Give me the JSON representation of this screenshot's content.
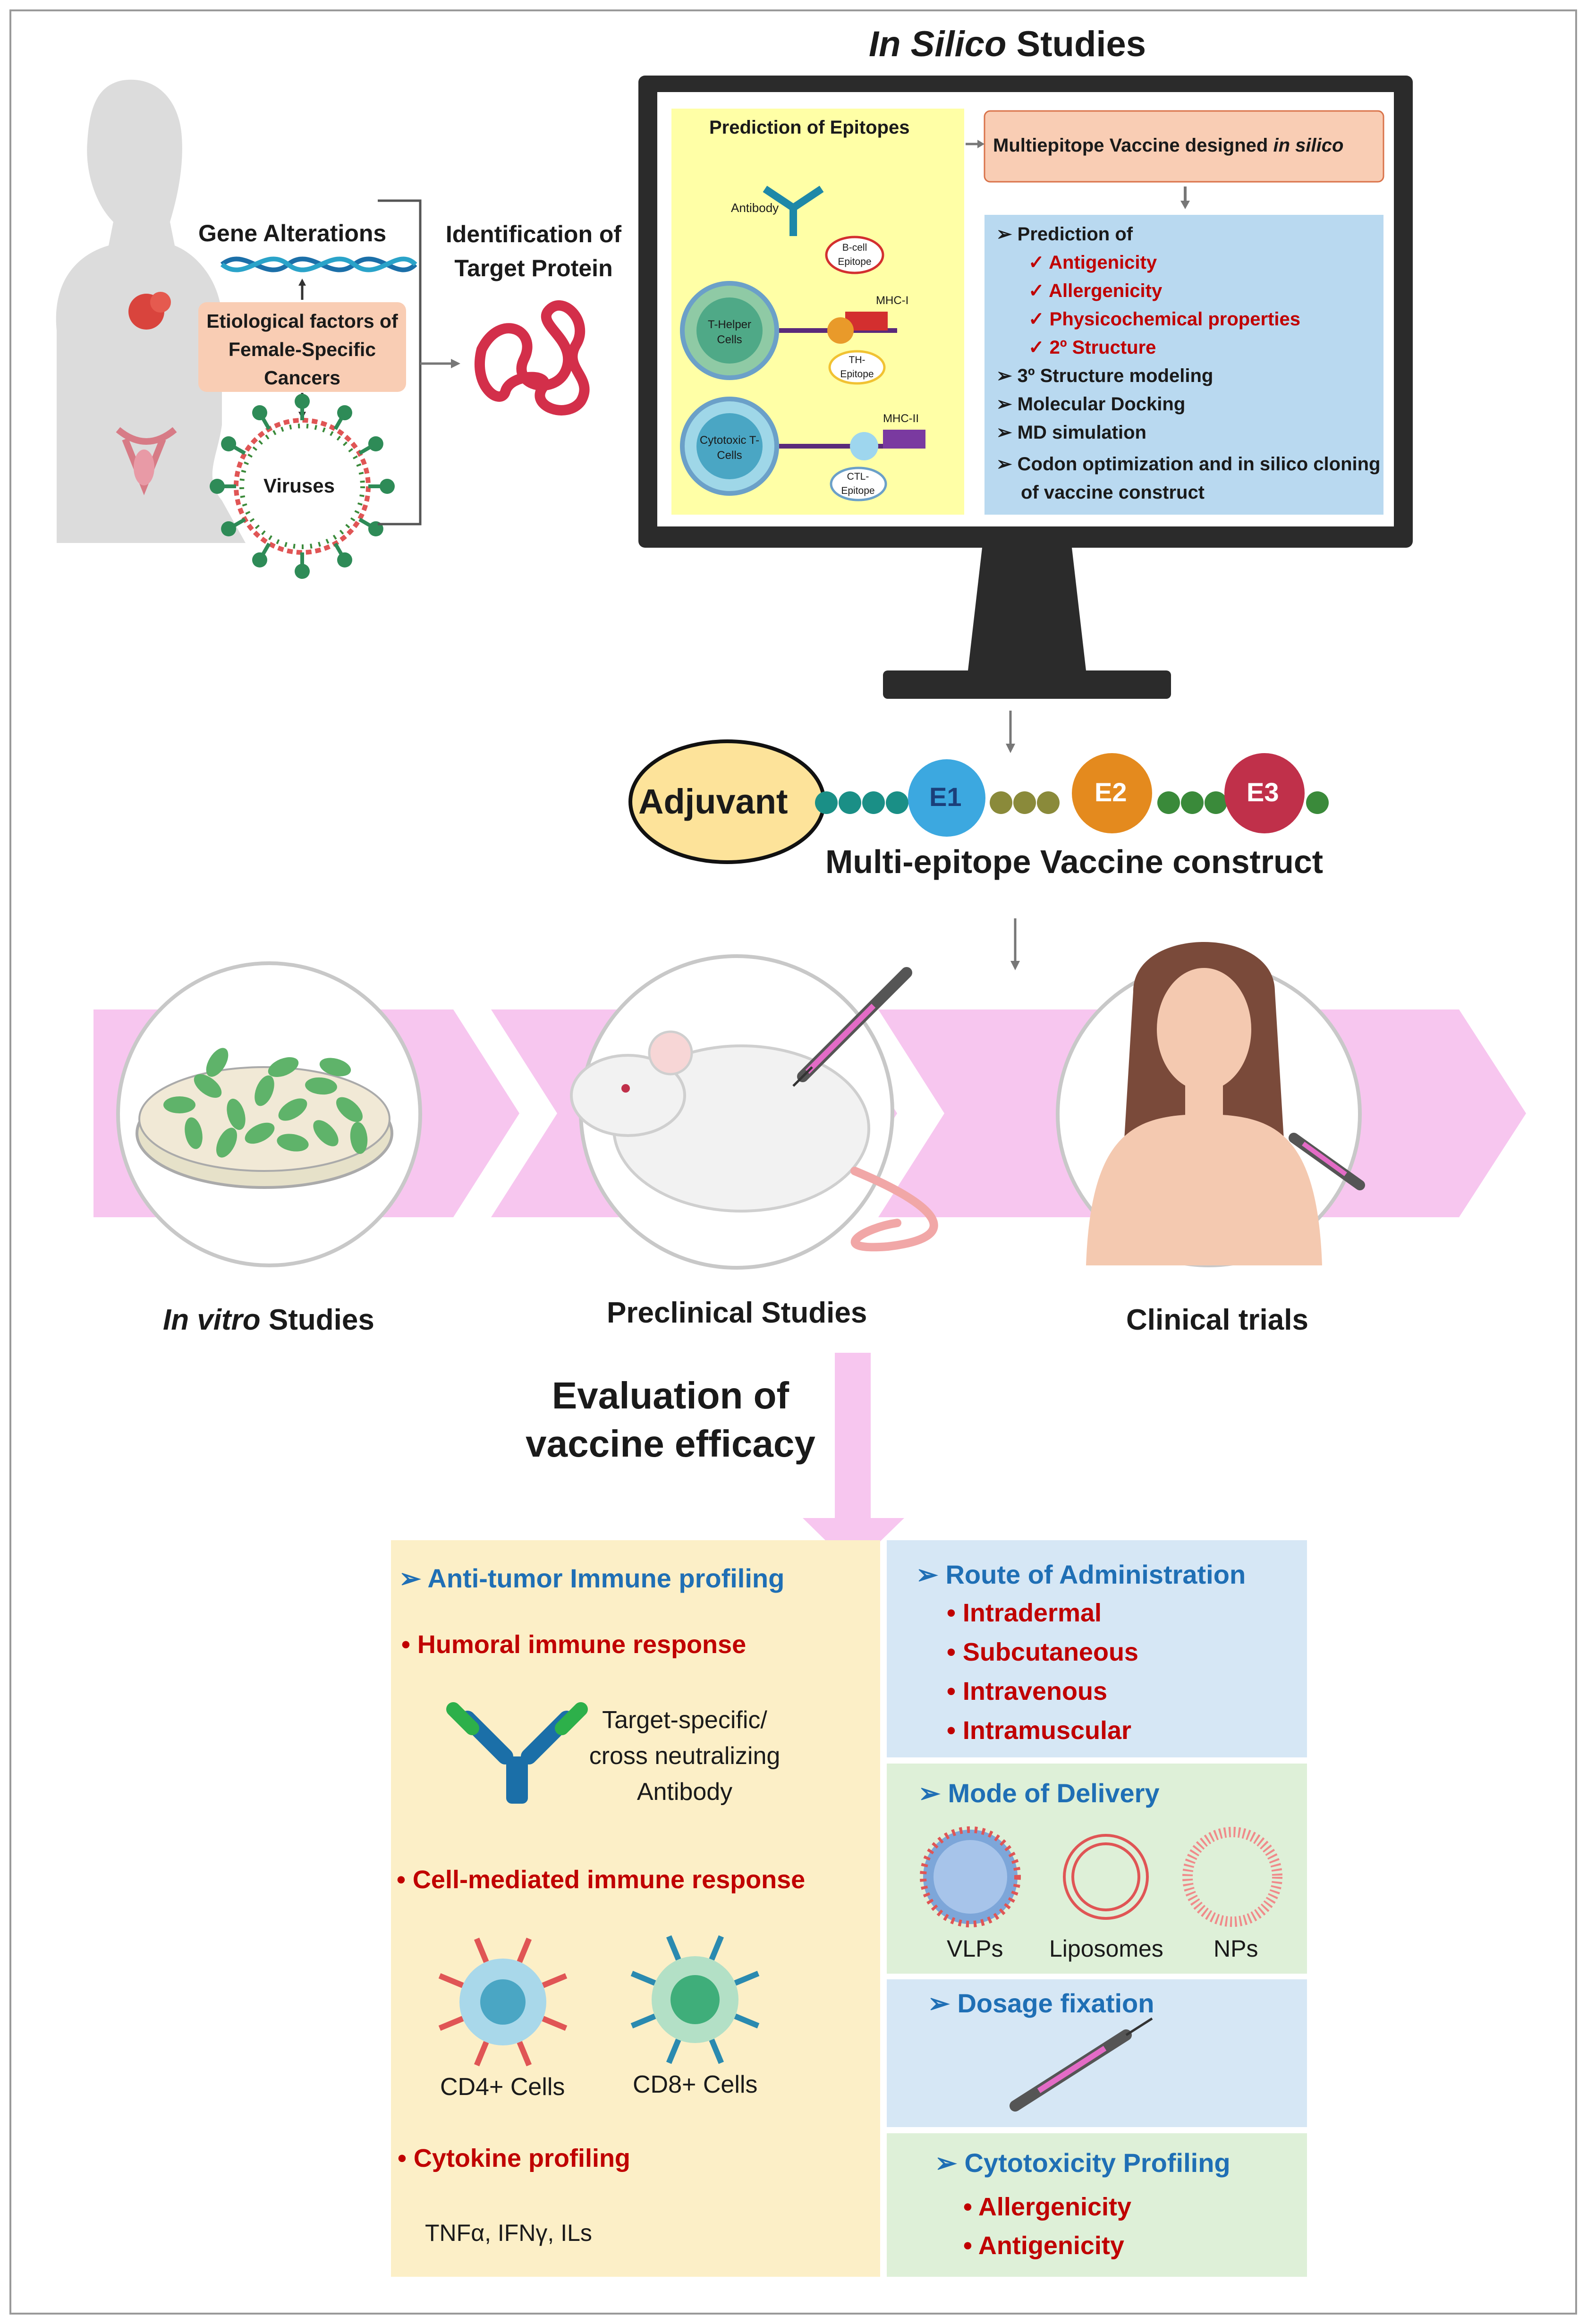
{
  "in_silico_title_italic": "In Silico",
  "in_silico_title_rest": "Studies",
  "left": {
    "gene_alterations": "Gene Alterations",
    "etiological_factors": "Etiological factors of Female-Specific Cancers",
    "viruses": "Viruses",
    "identification": "Identification of Target Protein"
  },
  "monitor": {
    "prediction_of_epitopes": "Prediction of Epitopes",
    "antibody": "Antibody",
    "bcell_epitope": "B-cell Epitope",
    "t_helper": "T-Helper Cells",
    "mhc1": "MHC-I",
    "th_epitope": "TH-Epitope",
    "cytotoxic": "Cytotoxic T-Cells",
    "mhc2": "MHC-II",
    "ctl_epitope": "CTL-Epitope",
    "designed_prefix": "Multiepitope Vaccine designed",
    "designed_italic": "in silico",
    "prediction_of": "Prediction of",
    "checks": [
      "Antigenicity",
      "Allergenicity",
      "Physicochemical properties",
      "2º Structure"
    ],
    "bullets": [
      "3º Structure modeling",
      "Molecular Docking",
      "MD simulation",
      "Codon optimization and in silico cloning of vaccine construct"
    ]
  },
  "construct": {
    "adjuvant": "Adjuvant",
    "e1": "E1",
    "e2": "E2",
    "e3": "E3",
    "caption": "Multi-epitope Vaccine construct"
  },
  "stages": {
    "in_vitro_italic": "In vitro",
    "in_vitro_rest": "Studies",
    "preclinical": "Preclinical Studies",
    "clinical": "Clinical trials"
  },
  "evaluation": {
    "line1": "Evaluation of",
    "line2": "vaccine efficacy"
  },
  "profiling": {
    "title": "Anti-tumor Immune profiling",
    "humoral": "Humoral immune response",
    "antibody_text": "Target-specific/ cross neutralizing Antibody",
    "cell_mediated": "Cell-mediated immune response",
    "cd4": "CD4+ Cells",
    "cd8": "CD8+ Cells",
    "cytokine": "Cytokine profiling",
    "cytokine_list": "TNFα, IFNγ, ILs"
  },
  "route": {
    "title": "Route of Administration",
    "items": [
      "Intradermal",
      "Subcutaneous",
      "Intravenous",
      "Intramuscular"
    ]
  },
  "delivery": {
    "title": "Mode of Delivery",
    "vlps": "VLPs",
    "liposomes": "Liposomes",
    "nps": "NPs"
  },
  "dosage": {
    "title": "Dosage fixation"
  },
  "cytotox": {
    "title": "Cytotoxicity Profiling",
    "items": [
      "Allergenicity",
      "Antigenicity"
    ]
  },
  "colors": {
    "pink_arrow": "#f7c6ef",
    "peach": "#f9cdb4",
    "monitor_yellow": "#ffffa6",
    "monitor_blue": "#b9d9f0",
    "panel_yellow": "#fcefc7",
    "panel_blue": "#d6e7f5",
    "panel_green": "#def0d8",
    "adjuvant_yellow": "#fde39a",
    "text_red": "#c00000",
    "text_blue": "#1f6fb5"
  }
}
